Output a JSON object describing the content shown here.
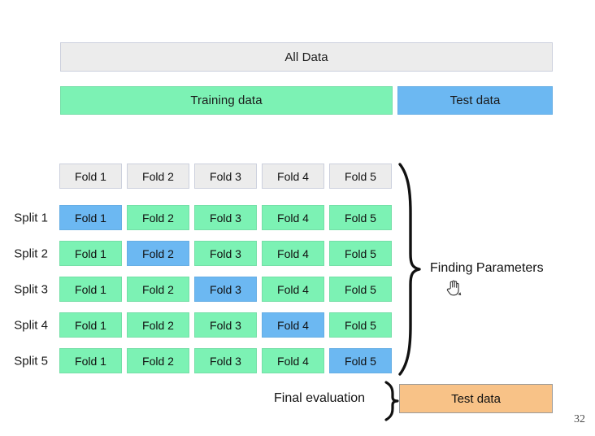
{
  "slide": {
    "page_number": "32"
  },
  "colors": {
    "all_data_fill": "#ececec",
    "all_data_border": "#ccd0dd",
    "train_fill": "#7cf2b4",
    "train_border": "#74dfa7",
    "validation_fill": "#6cb8f2",
    "validation_border": "#66aee4",
    "final_test_fill": "#f8c287",
    "final_test_border": "#9a9a9a",
    "brace_stroke": "#111111",
    "text": "#111111"
  },
  "top_bars": {
    "all_data": "All Data",
    "training_data": "Training data",
    "test_data": "Test data"
  },
  "grid": {
    "header_label_prefix": "Fold",
    "headers": [
      "Fold 1",
      "Fold 2",
      "Fold 3",
      "Fold 4",
      "Fold 5"
    ],
    "rows": [
      {
        "split_label": "Split 1",
        "cells": [
          "Fold 1",
          "Fold 2",
          "Fold 3",
          "Fold 4",
          "Fold 5"
        ],
        "validation_index": 0
      },
      {
        "split_label": "Split 2",
        "cells": [
          "Fold 1",
          "Fold 2",
          "Fold 3",
          "Fold 4",
          "Fold 5"
        ],
        "validation_index": 1
      },
      {
        "split_label": "Split 3",
        "cells": [
          "Fold 1",
          "Fold 2",
          "Fold 3",
          "Fold 4",
          "Fold 5"
        ],
        "validation_index": 2
      },
      {
        "split_label": "Split 4",
        "cells": [
          "Fold 1",
          "Fold 2",
          "Fold 3",
          "Fold 4",
          "Fold 5"
        ],
        "validation_index": 3
      },
      {
        "split_label": "Split 5",
        "cells": [
          "Fold 1",
          "Fold 2",
          "Fold 3",
          "Fold 4",
          "Fold 5"
        ],
        "validation_index": 4
      }
    ]
  },
  "annotations": {
    "finding_parameters": "Finding Parameters",
    "final_evaluation": "Final evaluation",
    "final_test_data": "Test data",
    "cursor_icon": "hand-grab-cursor",
    "brace_right_icon": "curly-brace-right",
    "brace_small_icon": "curly-brace-right-small"
  }
}
